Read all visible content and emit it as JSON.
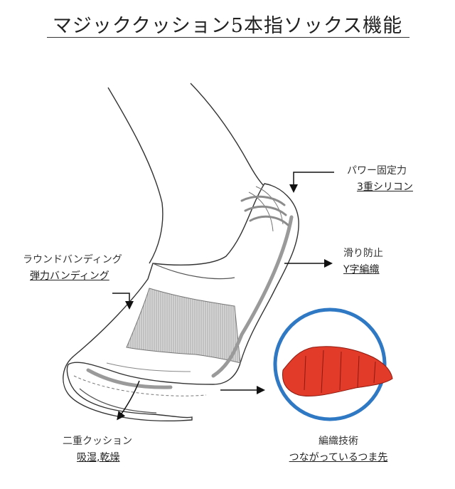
{
  "title": "マジッククッション5本指ソックス機能",
  "callouts": {
    "power": {
      "line1": "パワー固定力",
      "line2": "3重シリコン"
    },
    "antislip": {
      "line1": "滑り防止",
      "line2": "Y字編織"
    },
    "banding": {
      "line1": "ラウンドバンディング",
      "line2": "弾力バンディング"
    },
    "cushion": {
      "line1": "二重クッション",
      "line2": "吸湿,乾燥"
    },
    "knit": {
      "line1": "編織技術",
      "line2": "つながっているつま先"
    }
  },
  "colors": {
    "inset_ring": "#2f78c4",
    "toe_fill": "#e23b2a",
    "silicone": "#9a9a9a"
  }
}
